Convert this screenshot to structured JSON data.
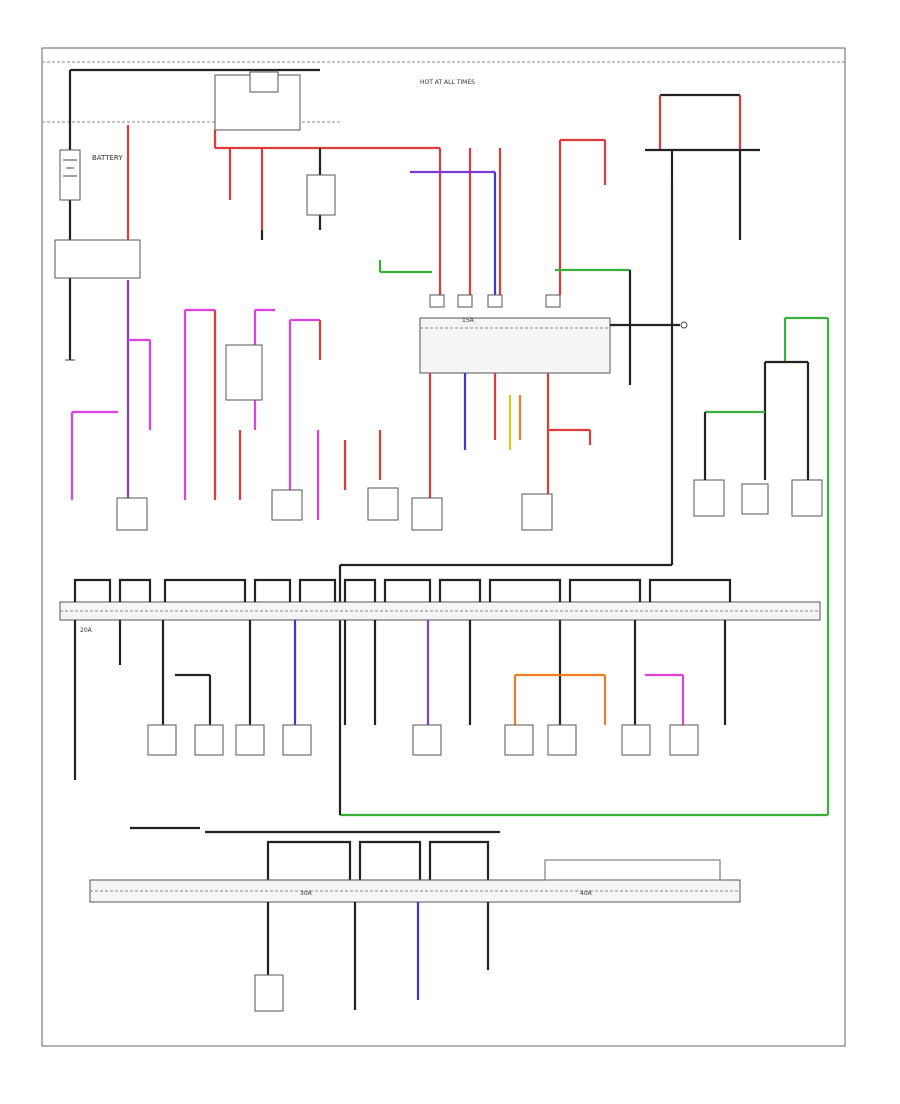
{
  "colors": {
    "black": "#222222",
    "red": "#e03a3a",
    "pink": "#e23fe2",
    "purple": "#7a3cd8",
    "green": "#39b139",
    "blue": "#3a3ad0",
    "orange": "#f07d2a",
    "yellow": "#d9c626"
  },
  "labels": {
    "battery": "BATTERY",
    "hot_at_all_times": "HOT AT ALL TIMES",
    "fuse_15a": "15A",
    "fuse_20a": "20A",
    "fuse_30a": "30A",
    "fuse_40a": "40A"
  }
}
